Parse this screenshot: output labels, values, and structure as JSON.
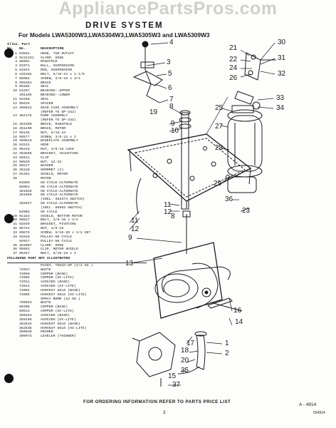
{
  "watermark": "AppliancePartsPros.com",
  "title": "DRIVE SYSTEM",
  "subtitle": "For Models LWA5300W3,LWA5304W3,LWA5305W3 and LWA5309W3",
  "header": {
    "illus": "Illus. Part",
    "no": "No.",
    "no2": "No.",
    "desc": "DESCRIPTION"
  },
  "parts": [
    {
      "n": "1",
      "p": "93551",
      "d": "HOSE, TUB OUTLET"
    },
    {
      "n": "2",
      "p": "9431331",
      "d": "CLAMP, HOSE"
    },
    {
      "n": "3",
      "p": "86091",
      "d": "MANIFOLD"
    },
    {
      "n": "4",
      "p": "91071",
      "d": "BALL, SUSPENSION"
    },
    {
      "n": "5",
      "p": "81844",
      "d": "ROD, SUSPENSION"
    },
    {
      "n": "6",
      "p": "426104",
      "d": "BOLT, 5/16-24 x 1-1/8"
    },
    {
      "n": "7",
      "p": "98062",
      "d": "SCREW, 3/8-16 x 3/4"
    },
    {
      "n": "8",
      "p": "355391",
      "d": "BRACE"
    },
    {
      "n": "9",
      "p": "89486",
      "d": "SEAL"
    },
    {
      "n": "10",
      "p": "54207",
      "d": "BEARING--UPPER"
    },
    {
      "n": "",
      "p": "301195",
      "d": "BEARING--LOWER"
    },
    {
      "n": "11",
      "p": "54208",
      "d": "SEAL"
    },
    {
      "n": "12",
      "p": "90426",
      "d": "SPACER"
    },
    {
      "n": "13",
      "p": "365012",
      "d": "GEAR CASE ASSEMBLY"
    },
    {
      "n": "",
      "p": "",
      "d": "(REFER TO SP-342)"
    },
    {
      "n": "14",
      "p": "362175",
      "d": "PUMP ASSEMBLY"
    },
    {
      "n": "",
      "p": "",
      "d": "(REFER TO SP-342)"
    },
    {
      "n": "15",
      "p": "351590",
      "d": "BRACE, MANIFOLD"
    },
    {
      "n": "16",
      "p": "351499",
      "d": "BRACE, MOTOR"
    },
    {
      "n": "17",
      "p": "96138",
      "d": "NUT, 5/16-24"
    },
    {
      "n": "18",
      "p": "98577",
      "d": "SCREW, 3/8-24 x 2"
    },
    {
      "n": "19",
      "p": "360613",
      "d": "BASEPLATE ASSEMBLY"
    },
    {
      "n": "20",
      "p": "93231",
      "d": "HOSE"
    },
    {
      "n": "21",
      "p": "96316",
      "d": "NUT, 3/8-16 LOCK"
    },
    {
      "n": "22",
      "p": "363866",
      "d": "BRACKET, ADJUSTING"
    },
    {
      "n": "23",
      "p": "55611",
      "d": "CLIP"
    },
    {
      "n": "24",
      "p": "98529",
      "d": "NUT, 12-32"
    },
    {
      "n": "25",
      "p": "90217",
      "d": "WASHER"
    },
    {
      "n": "26",
      "p": "36138",
      "d": "GROMMET (4)"
    },
    {
      "n": "27",
      "p": "91281",
      "d": "SHIELD, MOTOR"
    },
    {
      "n": "28",
      "p": "",
      "d": "MOTOR"
    },
    {
      "n": "",
      "p": "84809",
      "d": "60 CYCLE-ALTERNATE"
    },
    {
      "n": "",
      "p": "88063",
      "d": "60 CYCLE-ALTERNATE"
    },
    {
      "n": "",
      "p": "361028",
      "d": "60 CYCLE-ALTERNATE"
    },
    {
      "n": "",
      "p": "361059",
      "d": "60 CYCLE-ALTERNATE"
    },
    {
      "n": "",
      "p": "",
      "d": "(INCL. 363374 SWITCH)"
    },
    {
      "n": "",
      "p": "362017",
      "d": "60 CYCLE-ALTERNATE"
    },
    {
      "n": "",
      "p": "",
      "d": "(INCL. 88993 SWITCH)"
    },
    {
      "n": "",
      "p": "82003",
      "d": "50 CYCLE"
    },
    {
      "n": "29",
      "p": "91183",
      "d": "SHIELD, BOTTOM MOTOR"
    },
    {
      "n": "30",
      "p": "98527",
      "d": "BOLT, 3/8-16 x 3/4"
    },
    {
      "n": "31",
      "p": "92549",
      "d": "BRACKET, PIVOTING"
    },
    {
      "n": "32",
      "p": "95721",
      "d": "NUT, 3/8-16"
    },
    {
      "n": "33",
      "p": "90879",
      "d": "SCREW, 5/16-20 x 1/2 SET"
    },
    {
      "n": "34",
      "p": "92016",
      "d": "PULLEY-60 CYCLE"
    },
    {
      "n": "",
      "p": "92917",
      "d": "PULLEY-50 CYCLE"
    },
    {
      "n": "35",
      "p": "363097",
      "d": "CLAMP, HOSE"
    },
    {
      "n": "36",
      "p": "95891",
      "d": "CLIP, MOTOR SHIELD"
    },
    {
      "n": "37",
      "p": "96467",
      "d": "BOLT, 5/16-18 x 1"
    }
  ],
  "not_illustrated_heading": "FOLLOWING PART NOT ILLUSTRATED",
  "not_illustrated": [
    {
      "p": "",
      "d": "PAINT, TOUCH-UP (1/2 OZ.)"
    },
    {
      "p": "72037",
      "d": "WHITE"
    },
    {
      "p": "72059",
      "d": "COPPER (BASE)"
    },
    {
      "p": "72004",
      "d": "COPPER (HI-LITE)"
    },
    {
      "p": "72011",
      "d": "AVOCADO (BASE)"
    },
    {
      "p": "72012",
      "d": "AVOCADO (HI-LITE)"
    },
    {
      "p": "72094",
      "d": "HARVEST GOLD (BASE)"
    },
    {
      "p": "72095",
      "d": "HARVEST GOLD (HI-LITE)"
    },
    {
      "p": "",
      "d": "SPRAY BOMB (12 OZ.)"
    },
    {
      "p": "799043",
      "d": "WHITE"
    },
    {
      "p": "89408",
      "d": "COPPER (BASE)"
    },
    {
      "p": "89913",
      "d": "COPPER (HI-LITE)"
    },
    {
      "p": "350191",
      "d": "AVOCADO (BASE)"
    },
    {
      "p": "350195",
      "d": "AVOCADO (HI-LITE)"
    },
    {
      "p": "352834",
      "d": "HARVEST GOLD (BASE)"
    },
    {
      "p": "352835",
      "d": "HARVEST GOLD (HI-LITE)"
    },
    {
      "p": "350038",
      "d": "PRIMER"
    },
    {
      "p": "309973",
      "d": "LEVELER (THINNER)"
    }
  ],
  "callouts_right": [
    "4",
    "3",
    "5",
    "6",
    "7",
    "8",
    "9",
    "10",
    "19",
    "11",
    "12",
    "11",
    "12",
    "8",
    "9",
    "13",
    "14",
    "16",
    "17",
    "18",
    "20",
    "35",
    "15",
    "37",
    "1",
    "2"
  ],
  "callouts_top_right": [
    "21",
    "22",
    "24",
    "26",
    "30",
    "31",
    "32",
    "33",
    "34",
    "25",
    "27",
    "28",
    "29",
    "36",
    "23"
  ],
  "figure_number": "A - 4914",
  "footer": "FOR ORDERING INFORMATION REFER TO PARTS PRICE LIST",
  "page_number": "3",
  "doc_id": "554914"
}
